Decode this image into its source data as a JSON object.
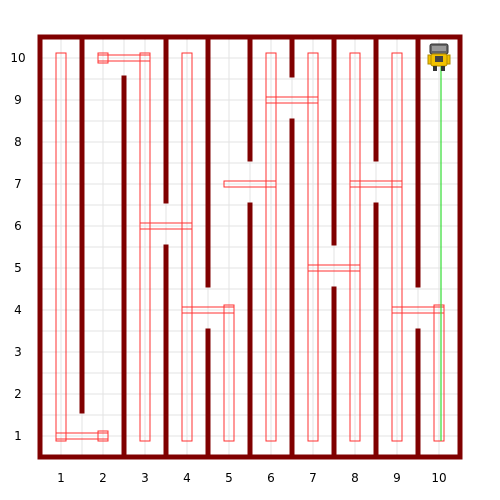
{
  "maze": {
    "cols": 10,
    "rows": 10,
    "x_labels": [
      "1",
      "2",
      "3",
      "4",
      "5",
      "6",
      "7",
      "8",
      "9",
      "10"
    ],
    "y_labels": [
      "1",
      "2",
      "3",
      "4",
      "5",
      "6",
      "7",
      "8",
      "9",
      "10"
    ],
    "colors": {
      "wall": "#800000",
      "trail": "#ff3030",
      "path": "#33dd33",
      "grid": "#e3e3e3"
    },
    "robot": {
      "icon": "robot-icon",
      "cell": [
        10,
        10
      ]
    },
    "path_segment": {
      "from": [
        10,
        10
      ],
      "to": [
        10,
        1
      ]
    },
    "visited_cells_trail": [
      [
        1,
        1
      ],
      [
        1,
        10
      ],
      [
        2,
        1
      ],
      [
        2,
        10
      ],
      [
        3,
        1
      ],
      [
        3,
        10
      ],
      [
        4,
        1
      ],
      [
        4,
        6
      ],
      [
        5,
        1
      ],
      [
        5,
        4
      ],
      [
        6,
        1
      ],
      [
        6,
        7
      ],
      [
        7,
        1
      ],
      [
        7,
        9
      ],
      [
        8,
        1
      ],
      [
        8,
        5
      ],
      [
        9,
        1
      ],
      [
        9,
        7
      ],
      [
        10,
        1
      ],
      [
        10,
        4
      ]
    ]
  }
}
